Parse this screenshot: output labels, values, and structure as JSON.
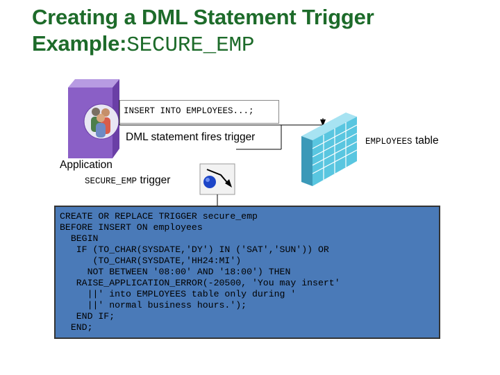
{
  "title": {
    "line1": "Creating a DML Statement Trigger",
    "line2_prefix": "Example:",
    "line2_code": "SECURE_EMP"
  },
  "diagram": {
    "statement": "INSERT INTO EMPLOYEES...;",
    "fires_label": "DML statement fires trigger",
    "table_code": "EMPLOYEES",
    "table_word": "table",
    "application_label": "Application",
    "trigger_code": "SECURE_EMP",
    "trigger_word": "trigger"
  },
  "code": {
    "lines": [
      "CREATE OR REPLACE TRIGGER secure_emp",
      "BEFORE INSERT ON employees",
      "  BEGIN",
      "   IF (TO_CHAR(SYSDATE,'DY') IN ('SAT','SUN')) OR",
      "      (TO_CHAR(SYSDATE,'HH24:MI')",
      "     NOT BETWEEN '08:00' AND '18:00') THEN",
      "   RAISE_APPLICATION_ERROR(-20500, 'You may insert'",
      "     ||' into EMPLOYEES table only during '",
      "     ||' normal business hours.');",
      "   END IF;",
      "  END;"
    ]
  },
  "colors": {
    "title": "#1d6b2a",
    "code_background": "#4a7ab8",
    "app_icon": "#8a5fc6",
    "table_icon": "#59c6e0"
  }
}
